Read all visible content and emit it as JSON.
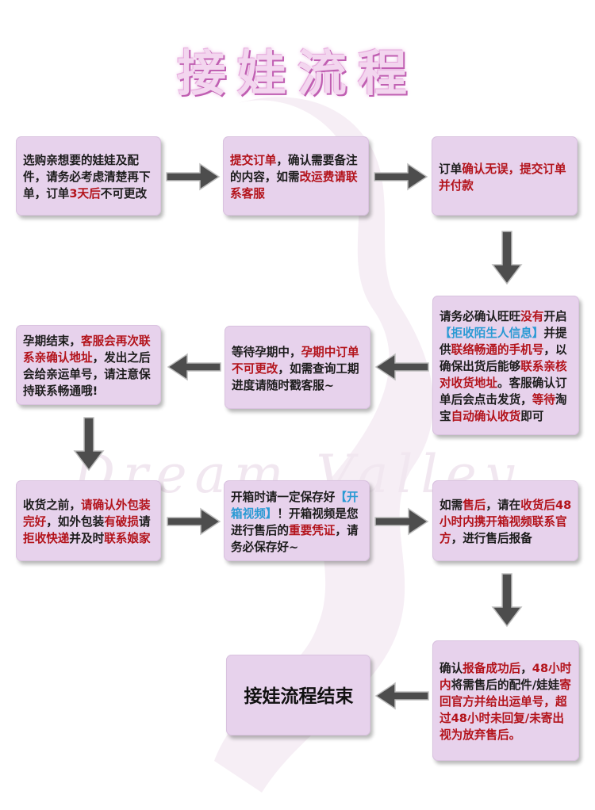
{
  "title": "接娃流程",
  "watermark": "Dream Valley",
  "colors": {
    "box_bg": "#e7d2ec",
    "highlight_red": "#b3131b",
    "highlight_blue": "#2a9ad4",
    "arrow": "#4a4a4a",
    "title": "#f3d6ef"
  },
  "steps": [
    {
      "id": "step1",
      "segments": [
        {
          "text": "选购亲想要的娃娃及配件，请务必考虑清楚再下单，订单",
          "style": "normal"
        },
        {
          "text": "3天后",
          "style": "red"
        },
        {
          "text": "不可更改",
          "style": "normal"
        }
      ]
    },
    {
      "id": "step2",
      "segments": [
        {
          "text": "提交订单",
          "style": "red"
        },
        {
          "text": "，确认需要备注的内容，如需",
          "style": "normal"
        },
        {
          "text": "改运费请联系客服",
          "style": "red"
        }
      ]
    },
    {
      "id": "step3",
      "segments": [
        {
          "text": "订单",
          "style": "normal"
        },
        {
          "text": "确认无误，提交订单并付款",
          "style": "red"
        }
      ]
    },
    {
      "id": "step4",
      "segments": [
        {
          "text": "请务必确认旺旺",
          "style": "normal"
        },
        {
          "text": "没有",
          "style": "red"
        },
        {
          "text": "开启",
          "style": "normal"
        },
        {
          "text": "【拒收陌生人信息】",
          "style": "blue"
        },
        {
          "text": "并提供",
          "style": "normal"
        },
        {
          "text": "联络畅通的手机号",
          "style": "red"
        },
        {
          "text": "，以确保出货后能够",
          "style": "normal"
        },
        {
          "text": "联系亲核对收货地址",
          "style": "red"
        },
        {
          "text": "。客服确认订单后会点击发货，",
          "style": "normal"
        },
        {
          "text": "等待",
          "style": "red"
        },
        {
          "text": "淘宝",
          "style": "normal"
        },
        {
          "text": "自动确认收货",
          "style": "red"
        },
        {
          "text": "即可",
          "style": "normal"
        }
      ]
    },
    {
      "id": "step5",
      "segments": [
        {
          "text": "等待孕期中，",
          "style": "normal"
        },
        {
          "text": "孕期中订单不可更改",
          "style": "red"
        },
        {
          "text": "，如需查询工期进度请随时戳客服~",
          "style": "normal"
        }
      ]
    },
    {
      "id": "step6",
      "segments": [
        {
          "text": "孕期结束，",
          "style": "normal"
        },
        {
          "text": "客服会再次联系亲确认地址",
          "style": "red"
        },
        {
          "text": "，发出之后会给亲运单号，请注意保持联系畅通哦!",
          "style": "normal"
        }
      ]
    },
    {
      "id": "step7",
      "segments": [
        {
          "text": "收货之前，",
          "style": "normal"
        },
        {
          "text": "请确认外包装完好",
          "style": "red"
        },
        {
          "text": "，如外包装",
          "style": "normal"
        },
        {
          "text": "有破损",
          "style": "red"
        },
        {
          "text": "请",
          "style": "normal"
        },
        {
          "text": "拒收快递",
          "style": "red"
        },
        {
          "text": "并及时",
          "style": "normal"
        },
        {
          "text": "联系娘家",
          "style": "red"
        }
      ]
    },
    {
      "id": "step8",
      "segments": [
        {
          "text": "开箱时请一定保存好",
          "style": "normal"
        },
        {
          "text": "【开箱视频】",
          "style": "blue"
        },
        {
          "text": "！开箱视频是您进行售后的",
          "style": "normal"
        },
        {
          "text": "重要凭证",
          "style": "red"
        },
        {
          "text": "，请务必保存好~",
          "style": "normal"
        }
      ]
    },
    {
      "id": "step9",
      "segments": [
        {
          "text": "如需",
          "style": "normal"
        },
        {
          "text": "售后",
          "style": "red"
        },
        {
          "text": "，请在",
          "style": "normal"
        },
        {
          "text": "收货后48小时内携开箱视频联系官方",
          "style": "red"
        },
        {
          "text": "，进行售后报备",
          "style": "normal"
        }
      ]
    },
    {
      "id": "step10",
      "segments": [
        {
          "text": "确认",
          "style": "normal"
        },
        {
          "text": "报备成功后",
          "style": "red"
        },
        {
          "text": "，",
          "style": "normal"
        },
        {
          "text": "48小时内",
          "style": "red"
        },
        {
          "text": "将需售后的配件/娃娃",
          "style": "normal"
        },
        {
          "text": "寄回官方并给出运单号，超过48小时未回复/未寄出视为放弃售后。",
          "style": "red"
        }
      ]
    },
    {
      "id": "step11",
      "segments": [
        {
          "text": "接娃流程结束",
          "style": "normal"
        }
      ]
    }
  ]
}
